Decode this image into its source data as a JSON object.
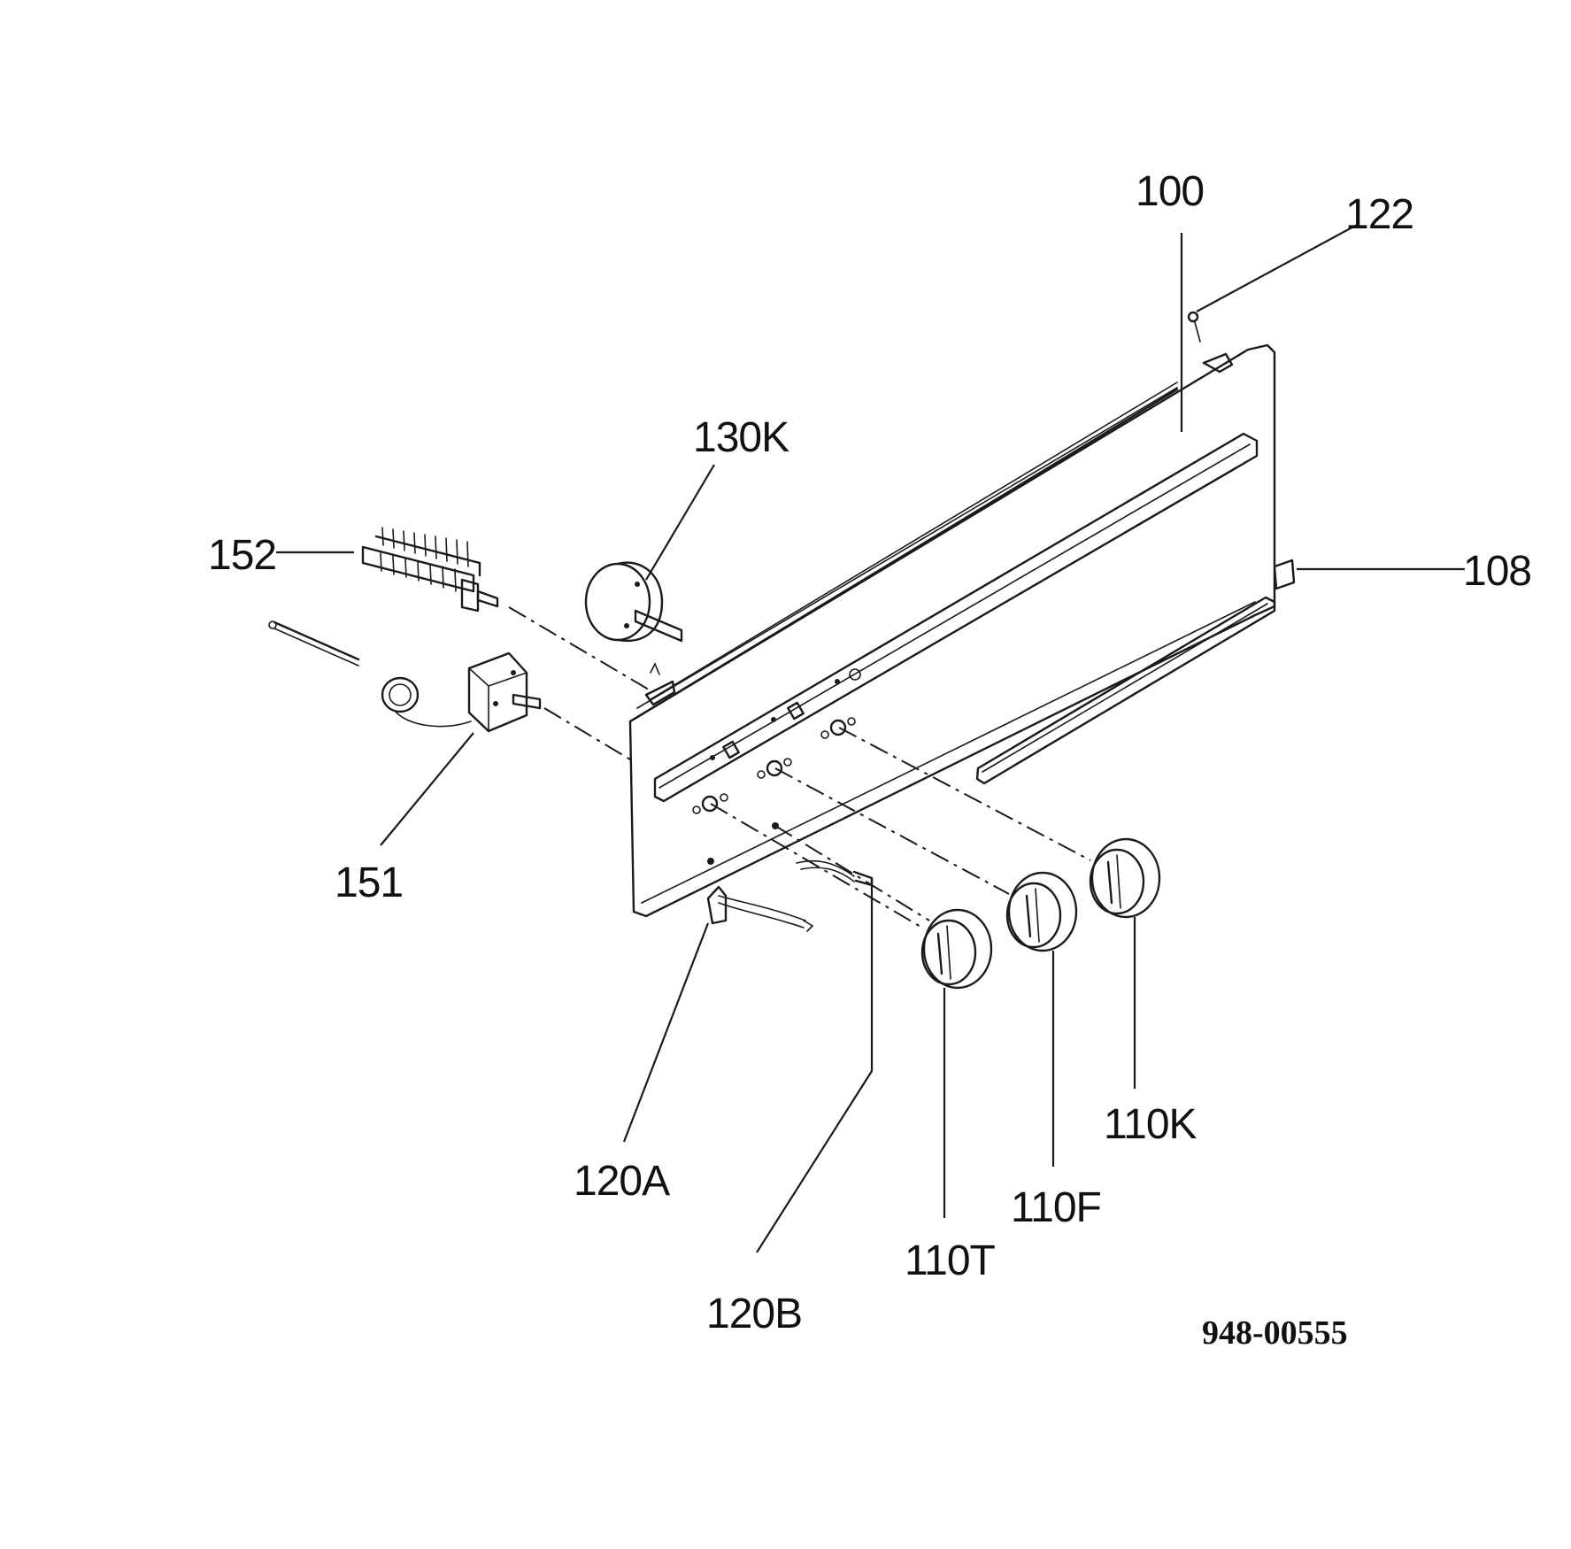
{
  "diagram": {
    "drawing_number": "948-00555",
    "callouts": {
      "p100": "100",
      "p122": "122",
      "p130K": "130K",
      "p152": "152",
      "p108": "108",
      "p151": "151",
      "p120A": "120A",
      "p120B": "120B",
      "p110T": "110T",
      "p110F": "110F",
      "p110K": "110K"
    }
  }
}
